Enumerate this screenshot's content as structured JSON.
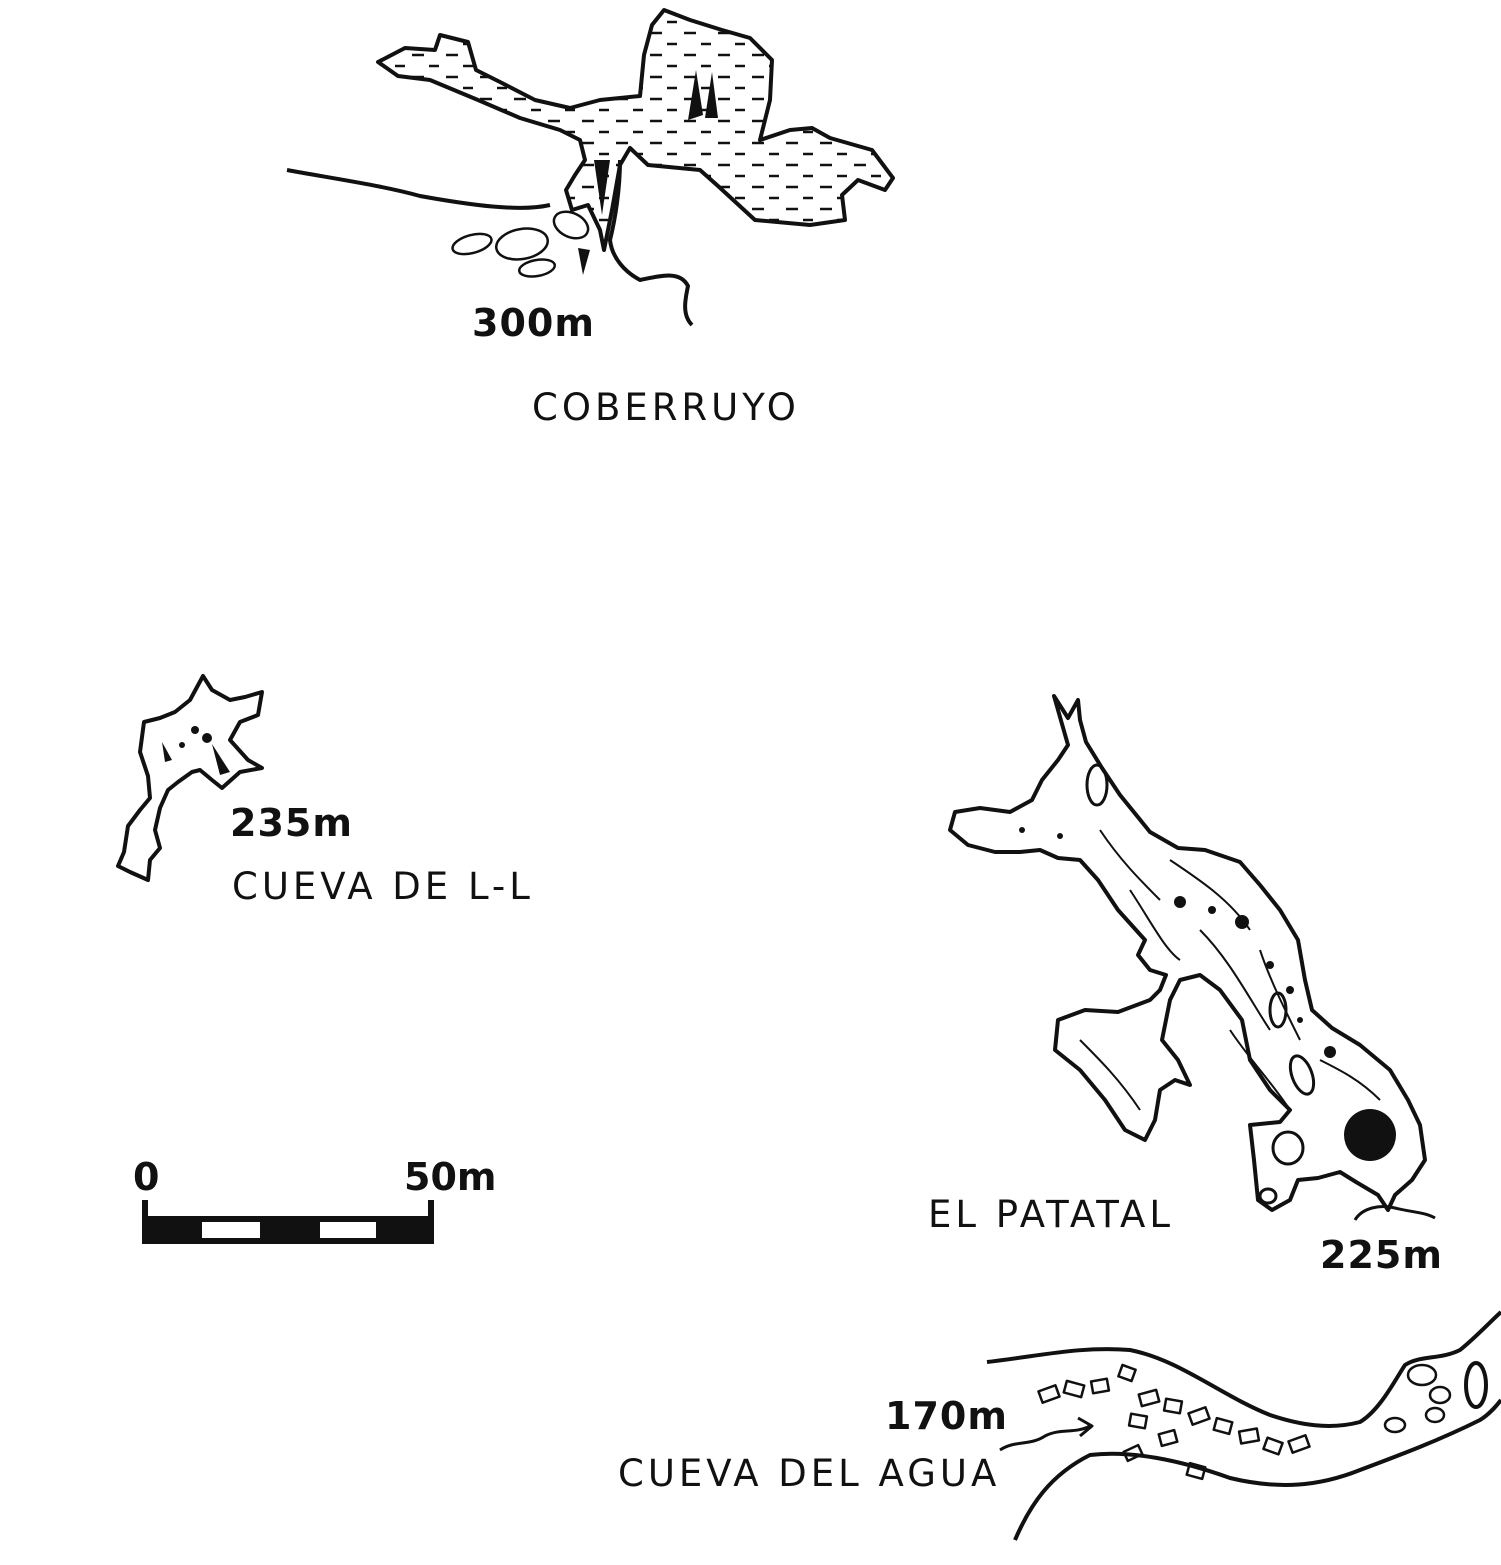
{
  "caves": [
    {
      "name": "COBERRUYO",
      "altitude": "300m"
    },
    {
      "name": "CUEVA DE L-L",
      "altitude": "235m"
    },
    {
      "name": "EL PATATAL",
      "altitude": "225m"
    },
    {
      "name": "CUEVA DEL AGUA",
      "altitude": "170m"
    }
  ],
  "scale_bar": {
    "start_label": "0",
    "end_label": "50m"
  },
  "colors": {
    "ink": "#111111",
    "background": "#ffffff"
  }
}
